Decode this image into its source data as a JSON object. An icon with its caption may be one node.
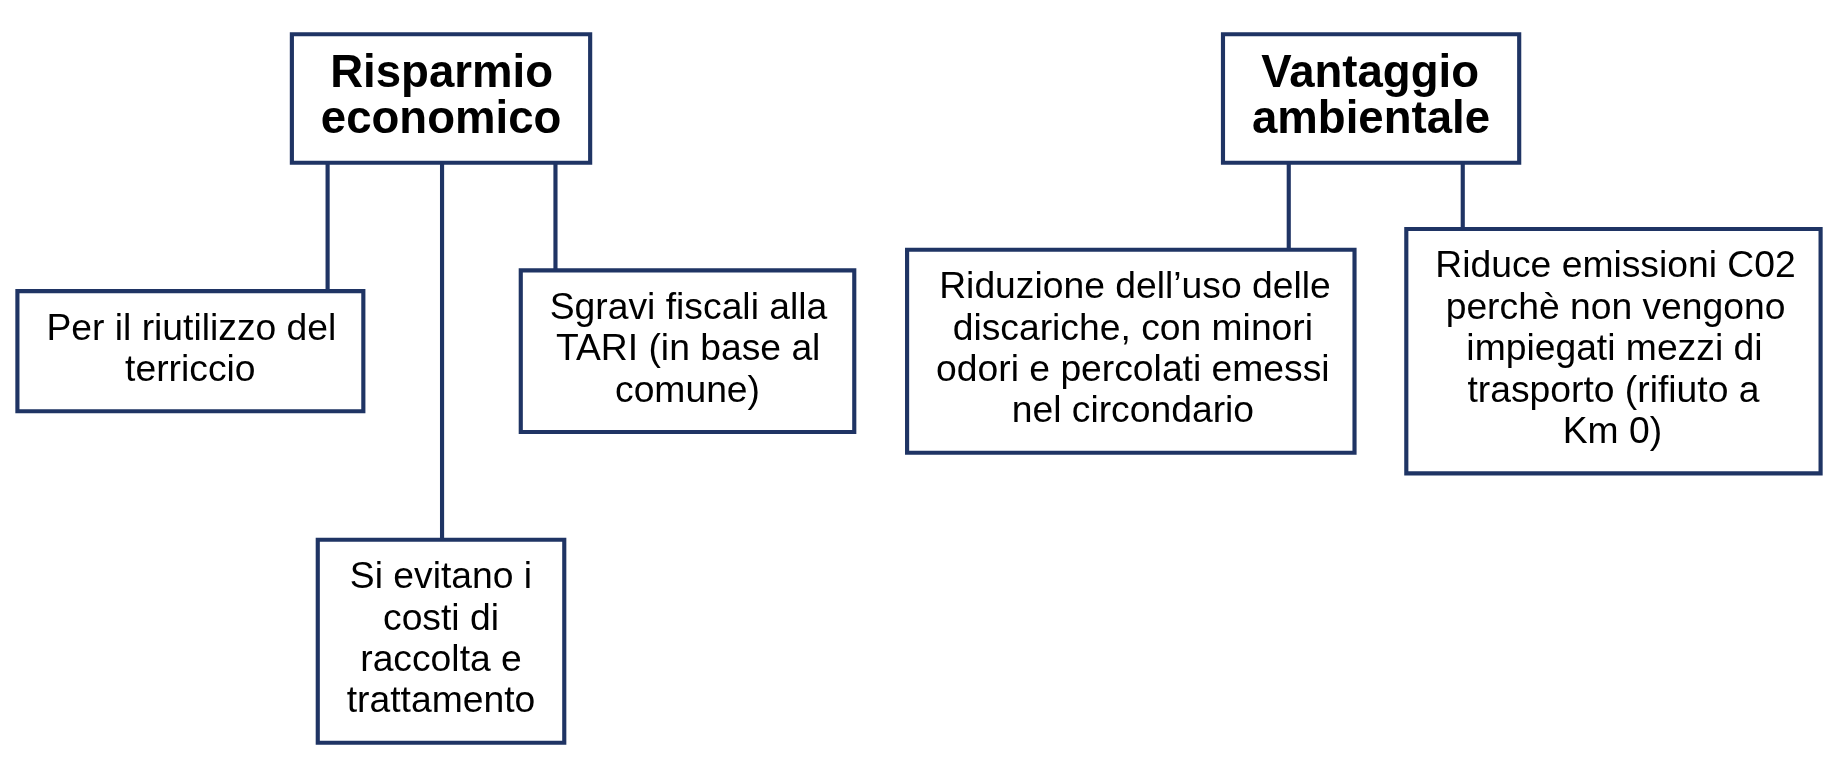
{
  "diagram": {
    "nodes": [
      {
        "text": [
          "Risparmio economico"
        ]
      },
      {
        "text": [
          "Per il riutilizzo del terriccio"
        ]
      },
      {
        "text": [
          "Si evitano i costi di raccolta e trattamento"
        ]
      },
      {
        "text": [
          "Sgravi fiscali alla TARI (in base al comune)"
        ]
      },
      {
        "text": [
          "Vantaggio ambientale"
        ]
      },
      {
        "text": [
          "Riduzione dell’uso delle discariche, con minori odori e percolati emessi nel circondario"
        ]
      },
      {
        "text": [
          "Riduce emissioni C02 perchè non vengono impiegati mezzi di trasporto (rifiuto a Km 0)"
        ]
      }
    ],
    "edges": [
      {
        "from": 0,
        "to": 1,
        "arrow": "none"
      },
      {
        "from": 0,
        "to": 2,
        "arrow": "none"
      },
      {
        "from": 0,
        "to": 3,
        "arrow": "none"
      },
      {
        "from": 4,
        "to": 5,
        "arrow": "none"
      },
      {
        "from": 4,
        "to": 6,
        "arrow": "none"
      }
    ]
  }
}
